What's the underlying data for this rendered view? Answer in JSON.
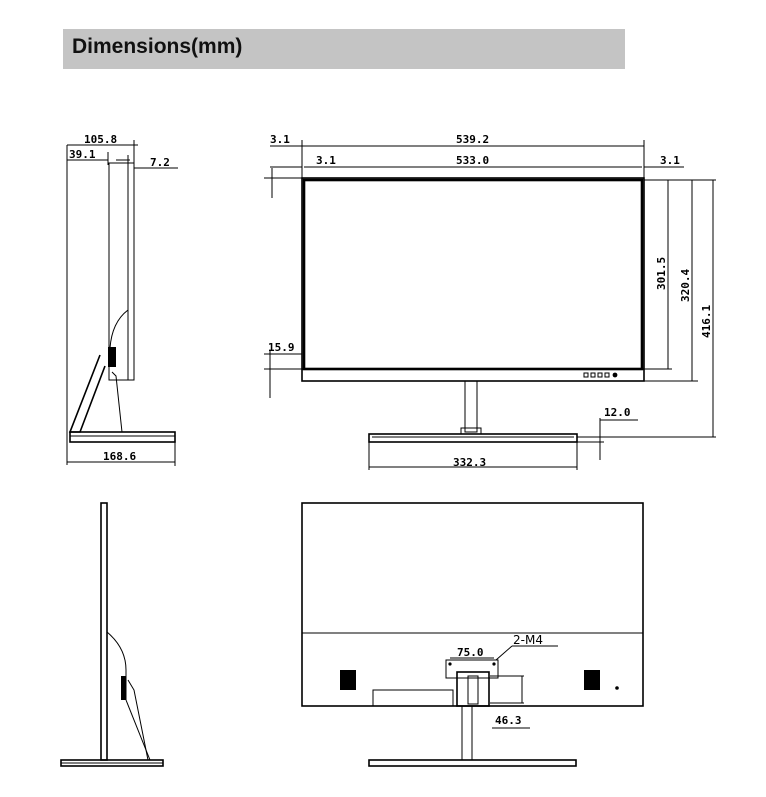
{
  "header": {
    "title": "Dimensions(mm)"
  },
  "side_view": {
    "depth_total": "105.8",
    "panel_depth": "39.1",
    "back_offset": "7.2",
    "base_depth": "168.6"
  },
  "front_view": {
    "overall_width": "539.2",
    "screen_width": "533.0",
    "bezel_left": "3.1",
    "bezel_right": "3.1",
    "bezel_top": "3.1",
    "screen_height": "301.5",
    "panel_height": "320.4",
    "overall_height": "416.1",
    "chin_height": "15.9",
    "base_thickness": "12.0",
    "base_width": "332.3"
  },
  "rear_view": {
    "vesa_spacing": "75.0",
    "screw_spec": "2-M4",
    "vesa_height": "46.3"
  }
}
